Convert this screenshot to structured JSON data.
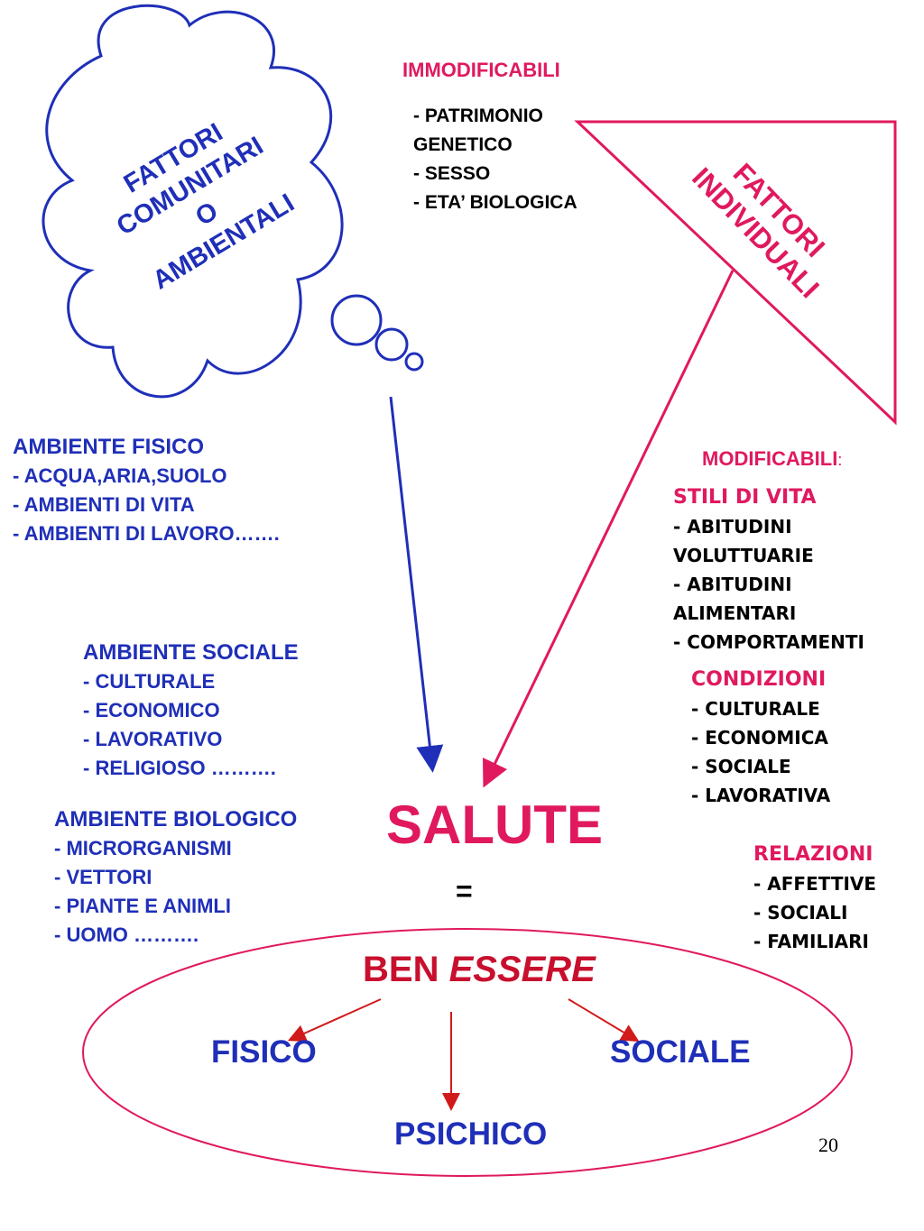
{
  "cloud": {
    "lines": [
      "FATTORI",
      "COMUNITARI",
      "O",
      "AMBIENTALI"
    ]
  },
  "immodificabili": {
    "title": "IMMODIFICABILI",
    "items": [
      "- PATRIMONIO",
      "GENETICO",
      "- SESSO",
      "- ETA’ BIOLOGICA"
    ]
  },
  "individuali": {
    "lines": [
      "FATTORI",
      "INDIVIDUALI"
    ]
  },
  "ambiente_fisico": {
    "title": "AMBIENTE  FISICO",
    "items": [
      "- ACQUA,ARIA,SUOLO",
      "- AMBIENTI DI VITA",
      "- AMBIENTI DI LAVORO……."
    ]
  },
  "ambiente_sociale": {
    "title": "AMBIENTE SOCIALE",
    "items": [
      "- CULTURALE",
      "- ECONOMICO",
      "- LAVORATIVO",
      "- RELIGIOSO ………."
    ]
  },
  "ambiente_biologico": {
    "title": "AMBIENTE BIOLOGICO",
    "items": [
      "- MICRORGANISMI",
      "- VETTORI",
      "- PIANTE E ANIMLI",
      "- UOMO ………."
    ]
  },
  "modificabili": {
    "title": "MODIFICABILI",
    "colon": ":",
    "stili_title": "STILI DI VITA",
    "stili_items": [
      "- ABITUDINI",
      "VOLUTTUARIE",
      "- ABITUDINI",
      "ALIMENTARI",
      "- COMPORTAMENTI"
    ],
    "condizioni_title": "CONDIZIONI",
    "condizioni_items": [
      "-  CULTURALE",
      "-  ECONOMICA",
      "-  SOCIALE",
      "-  LAVORATIVA"
    ],
    "relazioni_title": "RELAZIONI",
    "relazioni_items": [
      "- AFFETTIVE",
      "- SOCIALI",
      "- FAMILIARI"
    ]
  },
  "center": {
    "salute": "SALUTE",
    "equals": "=",
    "ben": "BEN ",
    "essere": "ESSERE",
    "fisico": "FISICO",
    "sociale": "SOCIALE",
    "psichico": "PSICHICO"
  },
  "page_number": "20",
  "colors": {
    "blue": "#1f2fb8",
    "pink": "#e0195f",
    "red": "#c8102e",
    "black": "#000000"
  }
}
